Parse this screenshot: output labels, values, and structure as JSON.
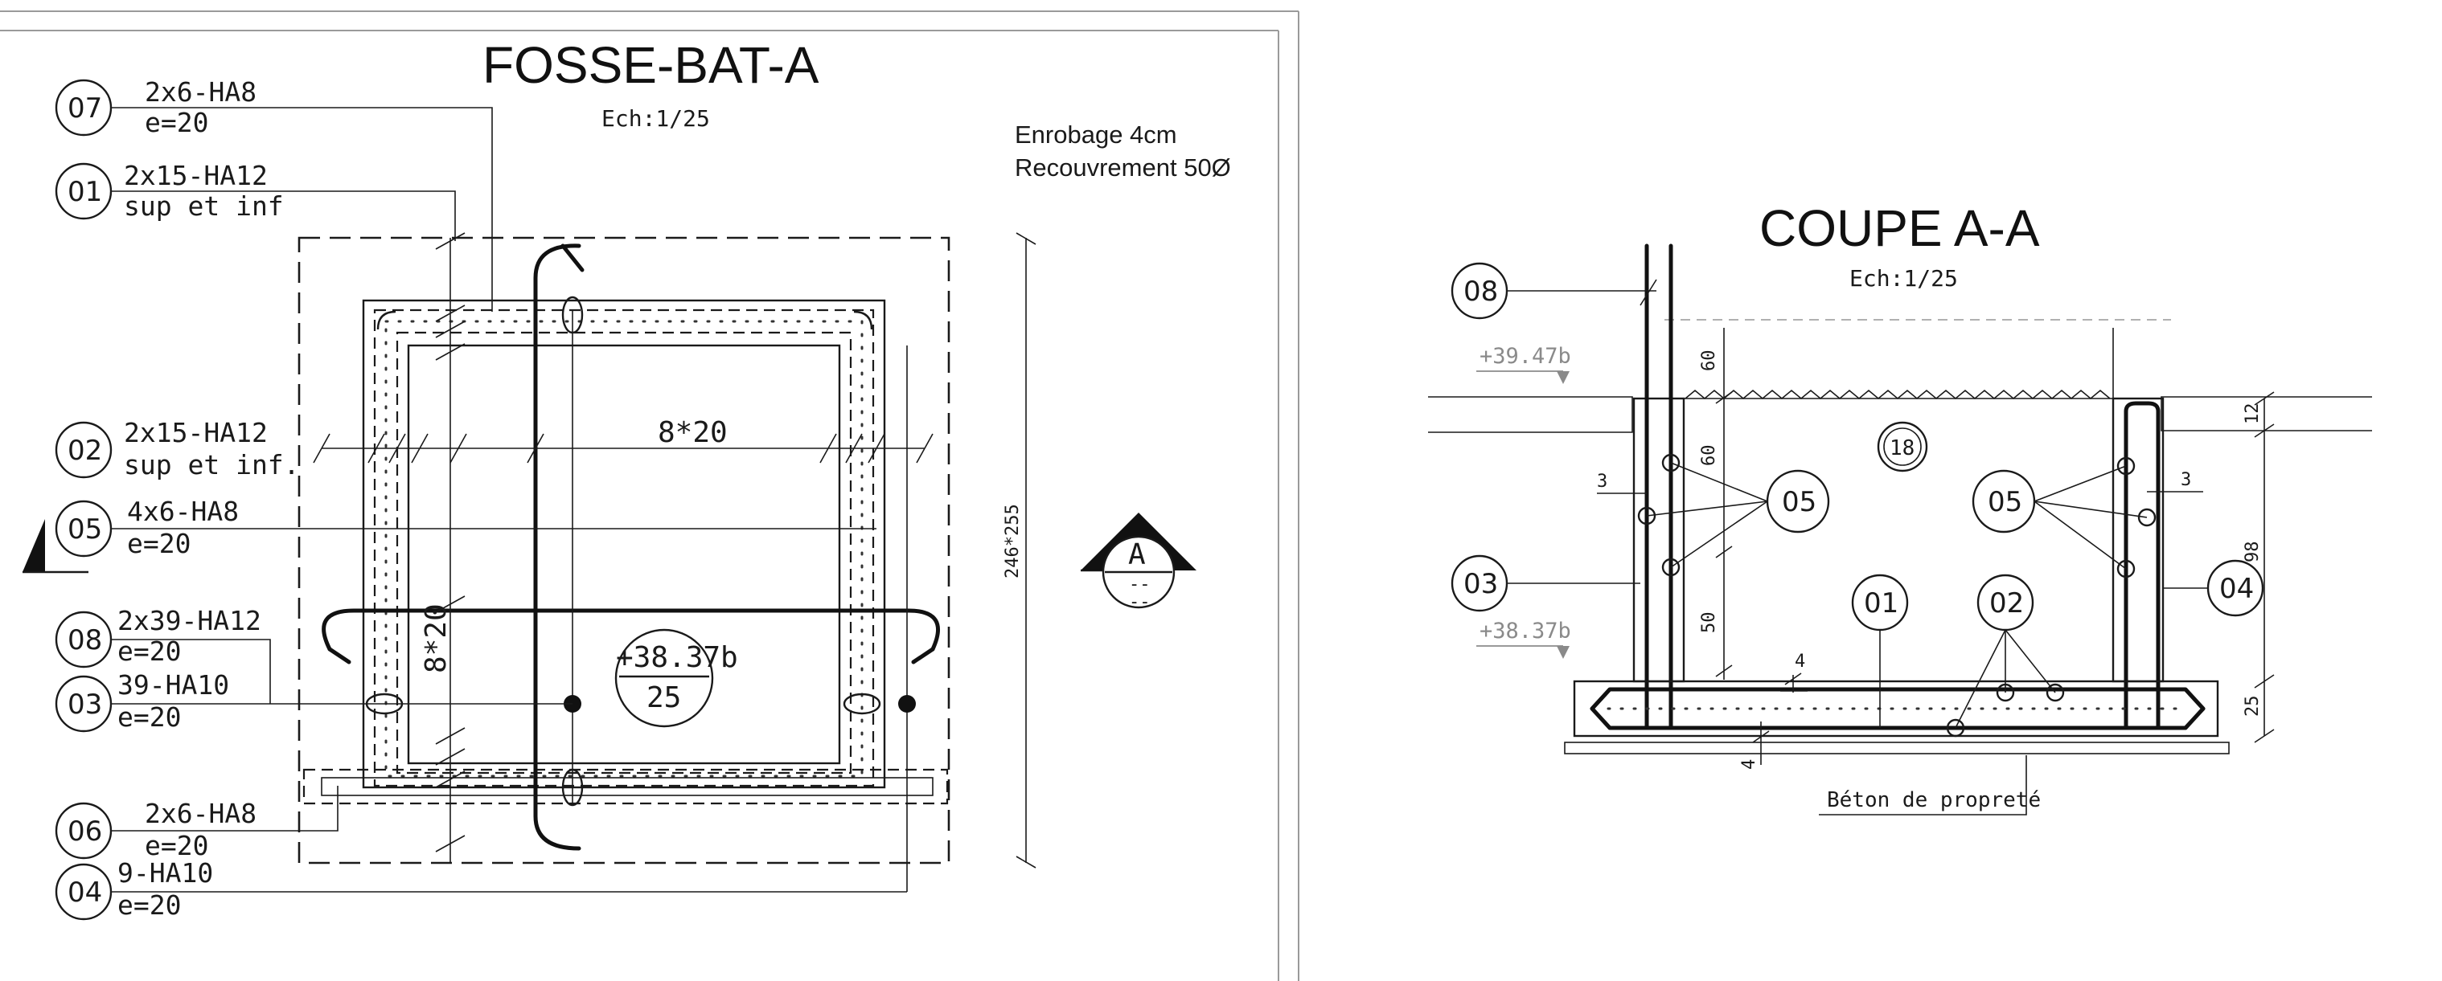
{
  "plan": {
    "title": "FOSSE-BAT-A",
    "scale": "Ech:1/25",
    "notes": [
      "Enrobage 4cm",
      "Recouvrement 50Ø"
    ],
    "callouts": [
      {
        "ref": "07",
        "line1": "2x6-HA8",
        "line2": "e=20"
      },
      {
        "ref": "01",
        "line1": "2x15-HA12",
        "line2": "sup et inf"
      },
      {
        "ref": "02",
        "line1": "2x15-HA12",
        "line2": "sup et inf."
      },
      {
        "ref": "05",
        "line1": "4x6-HA8",
        "line2": "e=20"
      },
      {
        "ref": "08",
        "line1": "2x39-HA12",
        "line2": "e=20"
      },
      {
        "ref": "03",
        "line1": "39-HA10",
        "line2": "e=20"
      },
      {
        "ref": "06",
        "line1": "2x6-HA8",
        "line2": "e=20"
      },
      {
        "ref": "04",
        "line1": "9-HA10",
        "line2": "e=20"
      }
    ],
    "spacing_h": "8*20",
    "spacing_v": "8*20",
    "level": "+38.37b",
    "level_sub": "25",
    "overall_dim": "246*255",
    "section_marker": "A",
    "section_marker_sub1": "--",
    "section_marker_sub2": "--"
  },
  "section": {
    "title": "COUPE A-A",
    "scale": "Ech:1/25",
    "level_top": "+39.47b",
    "level_bottom": "+38.37b",
    "refs": [
      "08",
      "05",
      "05",
      "03",
      "04",
      "01",
      "02",
      "18"
    ],
    "dims_left": [
      "60",
      "60",
      "50",
      "3",
      "4"
    ],
    "dims_right": [
      "12",
      "98",
      "25",
      "3"
    ],
    "dim_bottom": "4",
    "label_blinding": "Béton de propreté"
  }
}
